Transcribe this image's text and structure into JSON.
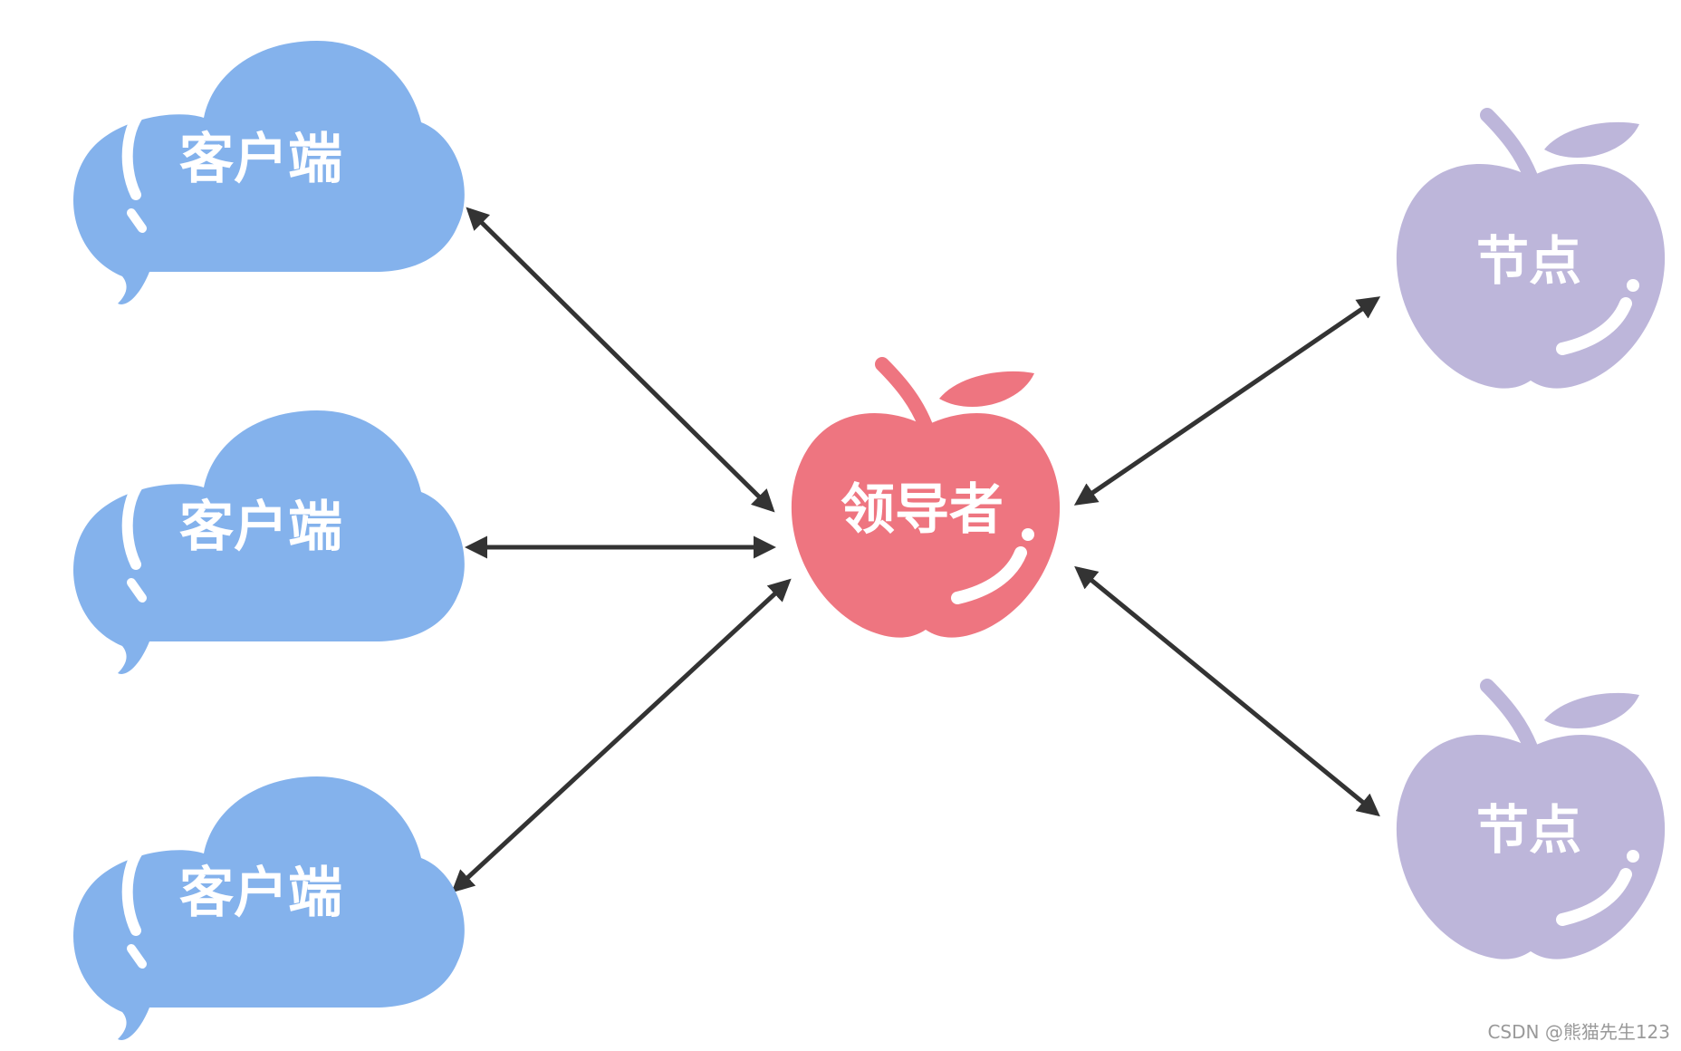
{
  "colors": {
    "client": "#84B2EC",
    "leader": "#EE7580",
    "node": "#BDB6DA",
    "arrow": "#333333",
    "highlight": "#ffffff"
  },
  "icons": {
    "client": "cloud-icon",
    "leader": "apple-icon",
    "node": "apple-icon",
    "edge": "double-arrow"
  },
  "clients": [
    {
      "label": "客户端"
    },
    {
      "label": "客户端"
    },
    {
      "label": "客户端"
    }
  ],
  "leader": {
    "label": "领导者"
  },
  "nodes": [
    {
      "label": "节点"
    },
    {
      "label": "节点"
    }
  ],
  "watermark": "CSDN @熊猫先生123"
}
